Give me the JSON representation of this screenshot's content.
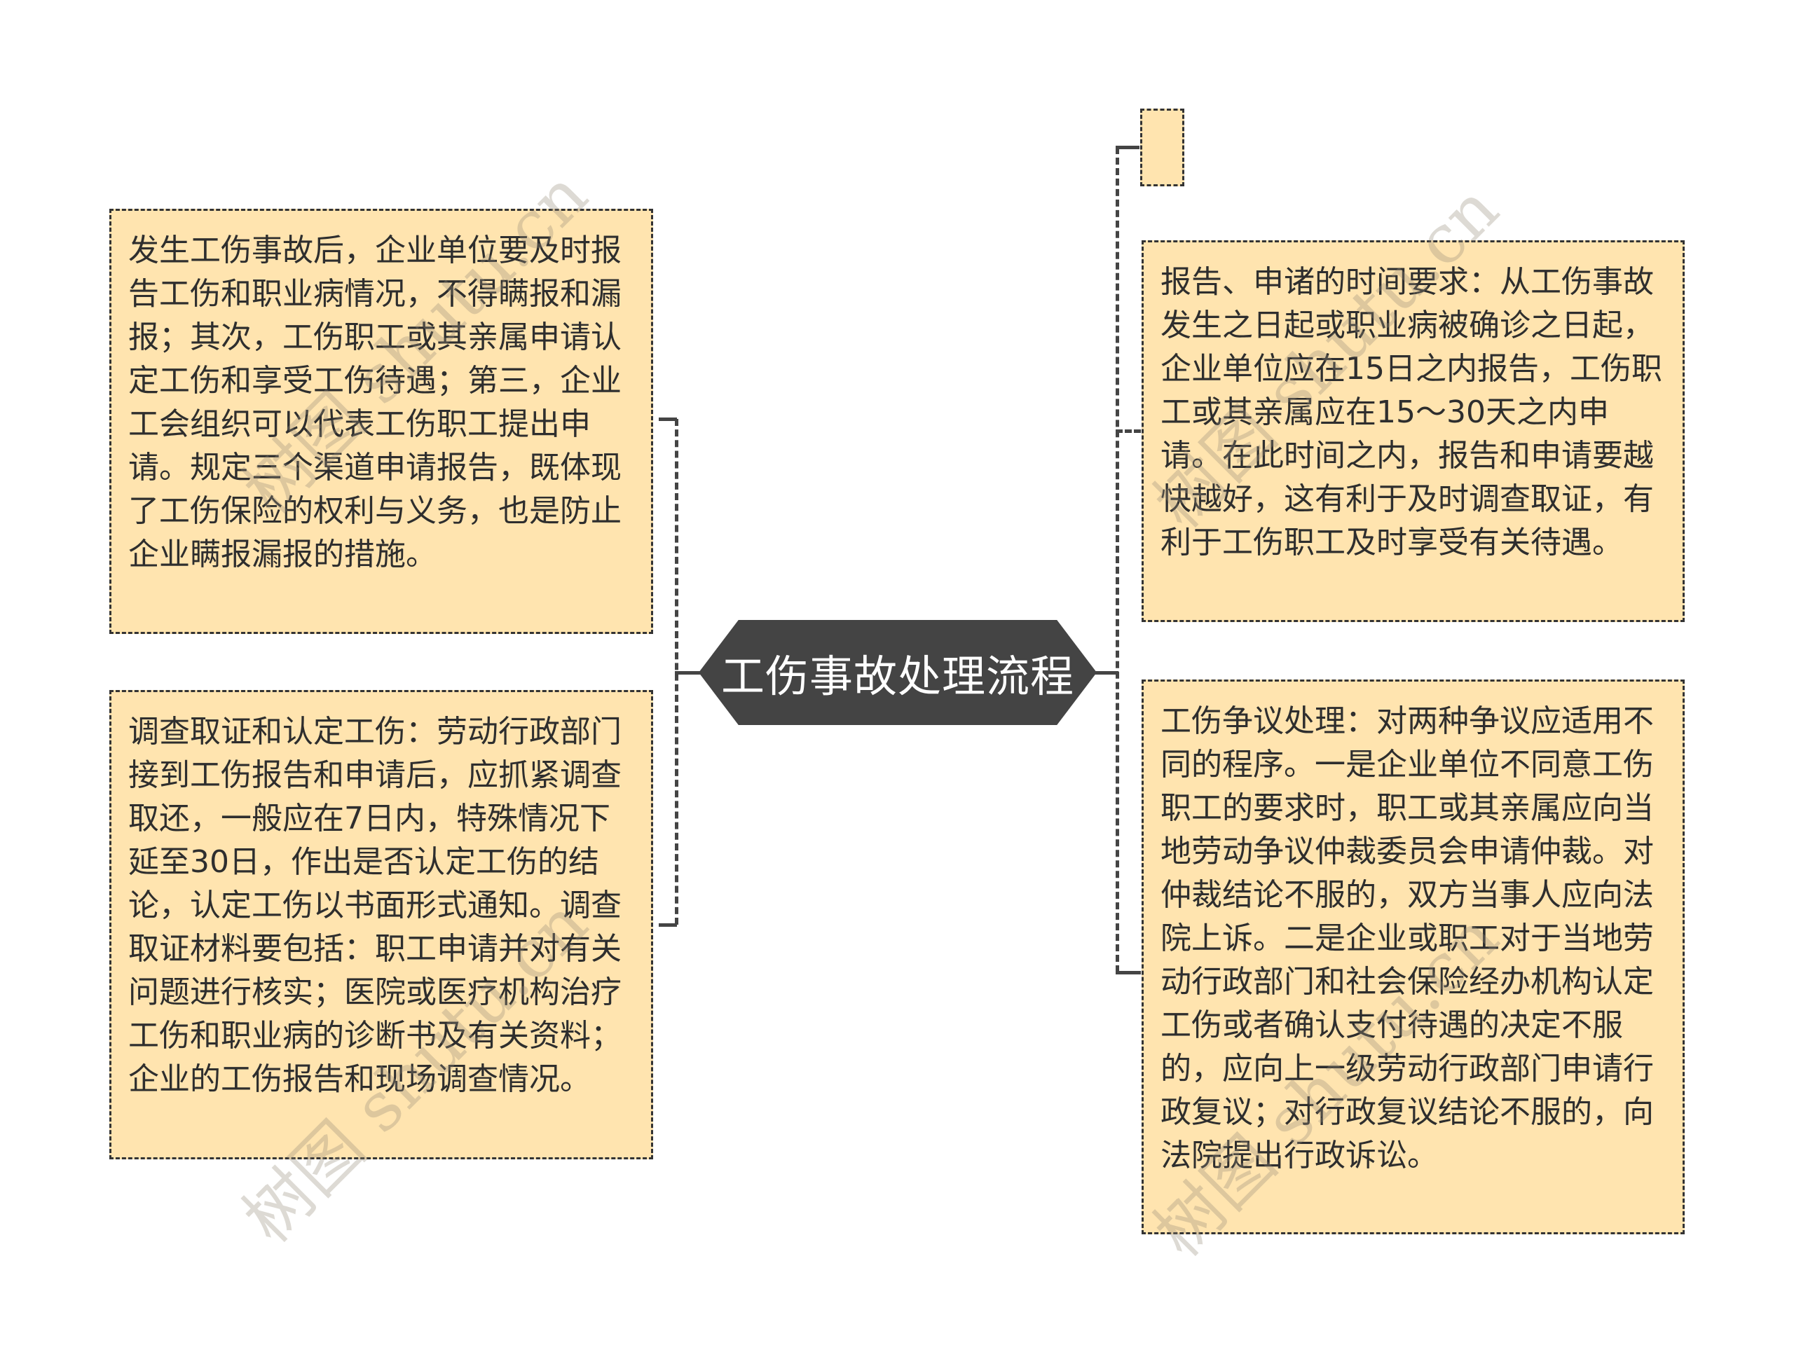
{
  "diagram": {
    "type": "mind-map",
    "root": {
      "label": "工伤事故处理流程",
      "fill": "#444444",
      "text_color": "#FFFFFF"
    },
    "node_style": {
      "fill": "#FFE4AF",
      "border": "#333333",
      "border_style": "dashed"
    },
    "left_nodes": [
      {
        "text": "发生工伤事故后，企业单位要及时报告工伤和职业病情况，不得瞒报和漏报；其次，工伤职工或其亲属申请认定工伤和享受工伤待遇；第三，企业工会组织可以代表工伤职工提出申请。规定三个渠道申请报告，既体现了工伤保险的权利与义务，也是防止企业瞒报漏报的措施。"
      },
      {
        "text": "调查取证和认定工伤：劳动行政部门接到工伤报告和申请后，应抓紧调查取还，一般应在7日内，特殊情况下延至30日，作出是否认定工伤的结论，认定工伤以书面形式通知。调查取证材料要包括：职工申请并对有关问题进行核实；医院或医疗机构治疗工伤和职业病的诊断书及有关资料；企业的工伤报告和现场调查情况。"
      }
    ],
    "right_nodes": [
      {
        "text": ""
      },
      {
        "text": "报告、申诸的时间要求：从工伤事故发生之日起或职业病被确诊之日起，企业单位应在15日之内报告，工伤职工或其亲属应在15～30天之内申请。在此时间之内，报告和申请要越快越好，这有利于及时调查取证，有利于工伤职工及时享受有关待遇。"
      },
      {
        "text": "工伤争议处理：对两种争议应适用不同的程序。一是企业单位不同意工伤职工的要求时，职工或其亲属应向当地劳动争议仲裁委员会申请仲裁。对仲裁结论不服的，双方当事人应向法院上诉。二是企业或职工对于当地劳动行政部门和社会保险经办机构认定工伤或者确认支付待遇的决定不服的，应向上一级劳动行政部门申请行政复议；对行政复议结论不服的，向法院提出行政诉讼。"
      }
    ]
  },
  "watermark": {
    "text": "树图 shutu.cn"
  }
}
